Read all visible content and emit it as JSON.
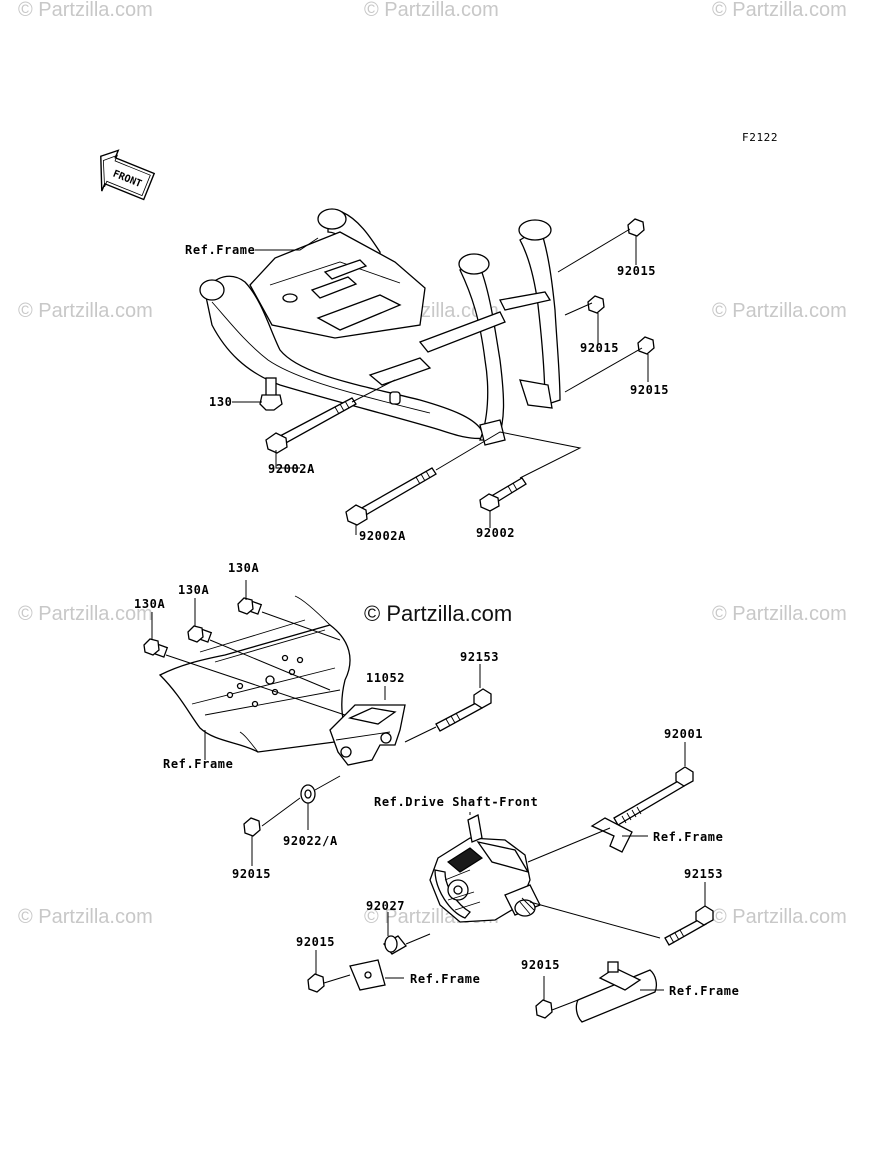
{
  "watermark": {
    "text": "© Partzilla.com",
    "center_text": "© Partzilla.com"
  },
  "figure_code": "F2122",
  "front_arrow_label": "FRONT",
  "labels": {
    "ref_frame_top": "Ref.Frame",
    "p130": "130",
    "p92002A_1": "92002A",
    "p92002A_2": "92002A",
    "p92002": "92002",
    "p92015_a": "92015",
    "p92015_b": "92015",
    "p92015_c": "92015",
    "p130A_1": "130A",
    "p130A_2": "130A",
    "p130A_3": "130A",
    "p92153_1": "92153",
    "p11052": "11052",
    "ref_frame_mid": "Ref.Frame",
    "p92022A": "92022/A",
    "p92015_d": "92015",
    "p92001": "92001",
    "ref_drive_shaft": "Ref.Drive Shaft-Front",
    "ref_frame_right1": "Ref.Frame",
    "p92153_2": "92153",
    "p92027": "92027",
    "p92015_e": "92015",
    "ref_frame_bottom": "Ref.Frame",
    "p92015_f": "92015",
    "ref_frame_right2": "Ref.Frame"
  }
}
